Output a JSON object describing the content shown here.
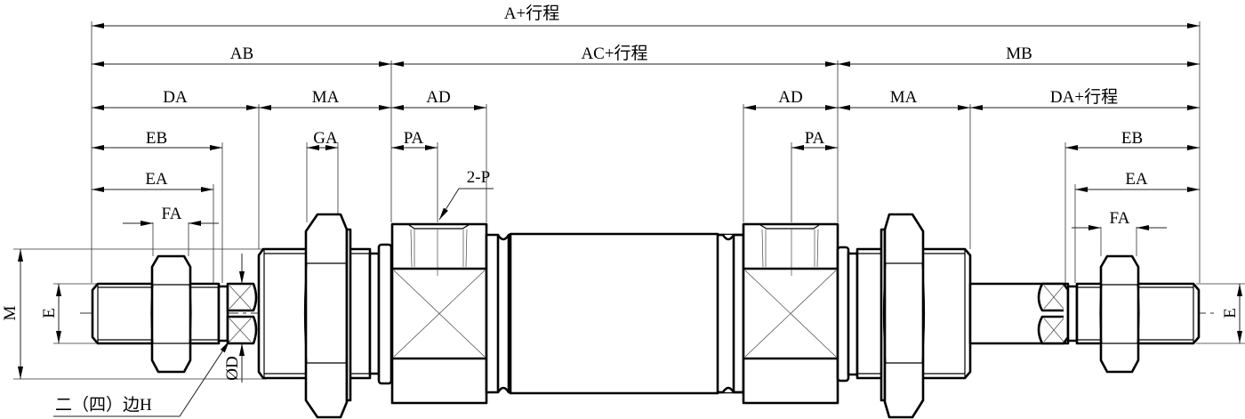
{
  "drawing": {
    "title": "Mini pneumatic cylinder dimension drawing",
    "dimensions_top": {
      "overall": "A+行程",
      "left_block": "AB",
      "middle_block": "AC+行程",
      "right_block": "MB"
    },
    "dimensions_row2": [
      "DA",
      "MA",
      "AD",
      "AD",
      "MA",
      "DA+行程"
    ],
    "dimensions_row3": [
      "EB",
      "GA",
      "PA",
      "PA",
      "EB"
    ],
    "dimensions_row4": [
      "EA",
      "EA"
    ],
    "dimensions_row5": [
      "FA",
      "FA"
    ],
    "port_label": "2-P",
    "vertical_labels": {
      "mount_thread": "M",
      "rod_thread_left": "E",
      "rod_thread_right": "E",
      "rod_diameter": "ØD"
    },
    "flats_note": "二（四）边H"
  }
}
